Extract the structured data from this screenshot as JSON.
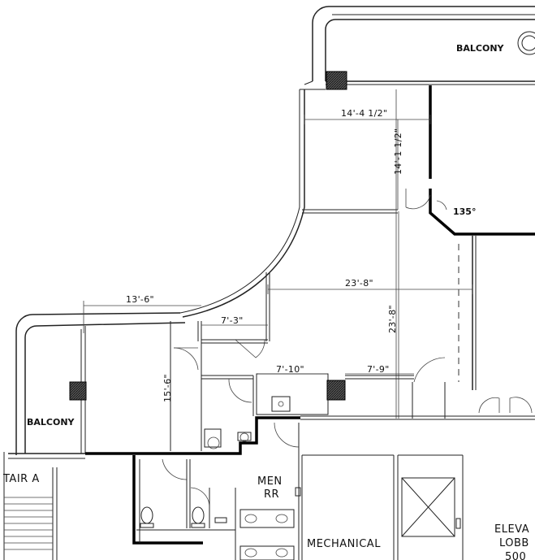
{
  "labels": {
    "balcony_top": "BALCONY",
    "balcony_left": "BALCONY",
    "angle": "135°",
    "stair": "TAIR A",
    "men_rr_line1": "MEN",
    "men_rr_line2": "RR",
    "mechanical": "MECHANICAL",
    "elev_line1": "ELEVA",
    "elev_line2": "LOBB",
    "elev_line3": "500"
  },
  "dimensions": {
    "d1": "14'-4 1/2\"",
    "d2": "14'-1 1/2\"",
    "d3": "23'-8\"",
    "d4": "23'-8\"",
    "d5": "13'-6\"",
    "d6": "7'-3\"",
    "d7": "15'-6\"",
    "d8": "7'-10\"",
    "d9": "7'-9\""
  }
}
